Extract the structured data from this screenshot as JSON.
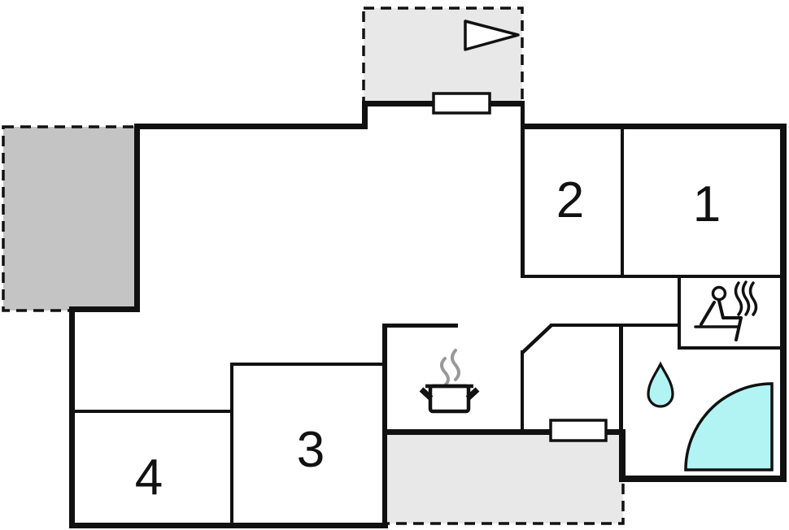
{
  "floorplan": {
    "type": "holiday-home-floor-plan",
    "rooms": [
      {
        "label": "1"
      },
      {
        "label": "2"
      },
      {
        "label": "3"
      },
      {
        "label": "4"
      }
    ],
    "icons": {
      "flag": "flag-pennant-icon",
      "sauna": "sauna-person-steam-icon",
      "pot": "cooking-pot-steam-icon",
      "drop": "water-drop-icon",
      "shower": "shower-basin-icon",
      "doors": [
        "door-opening-top",
        "door-opening-bottom"
      ]
    },
    "colors": {
      "wall": "#111111",
      "terrace_light": "#e8e8e8",
      "terrace_dark": "#c4c4c4",
      "water": "#b2f4f4",
      "steam": "#999999",
      "door_fill": "#ffffff",
      "background": "#ffffff"
    }
  }
}
